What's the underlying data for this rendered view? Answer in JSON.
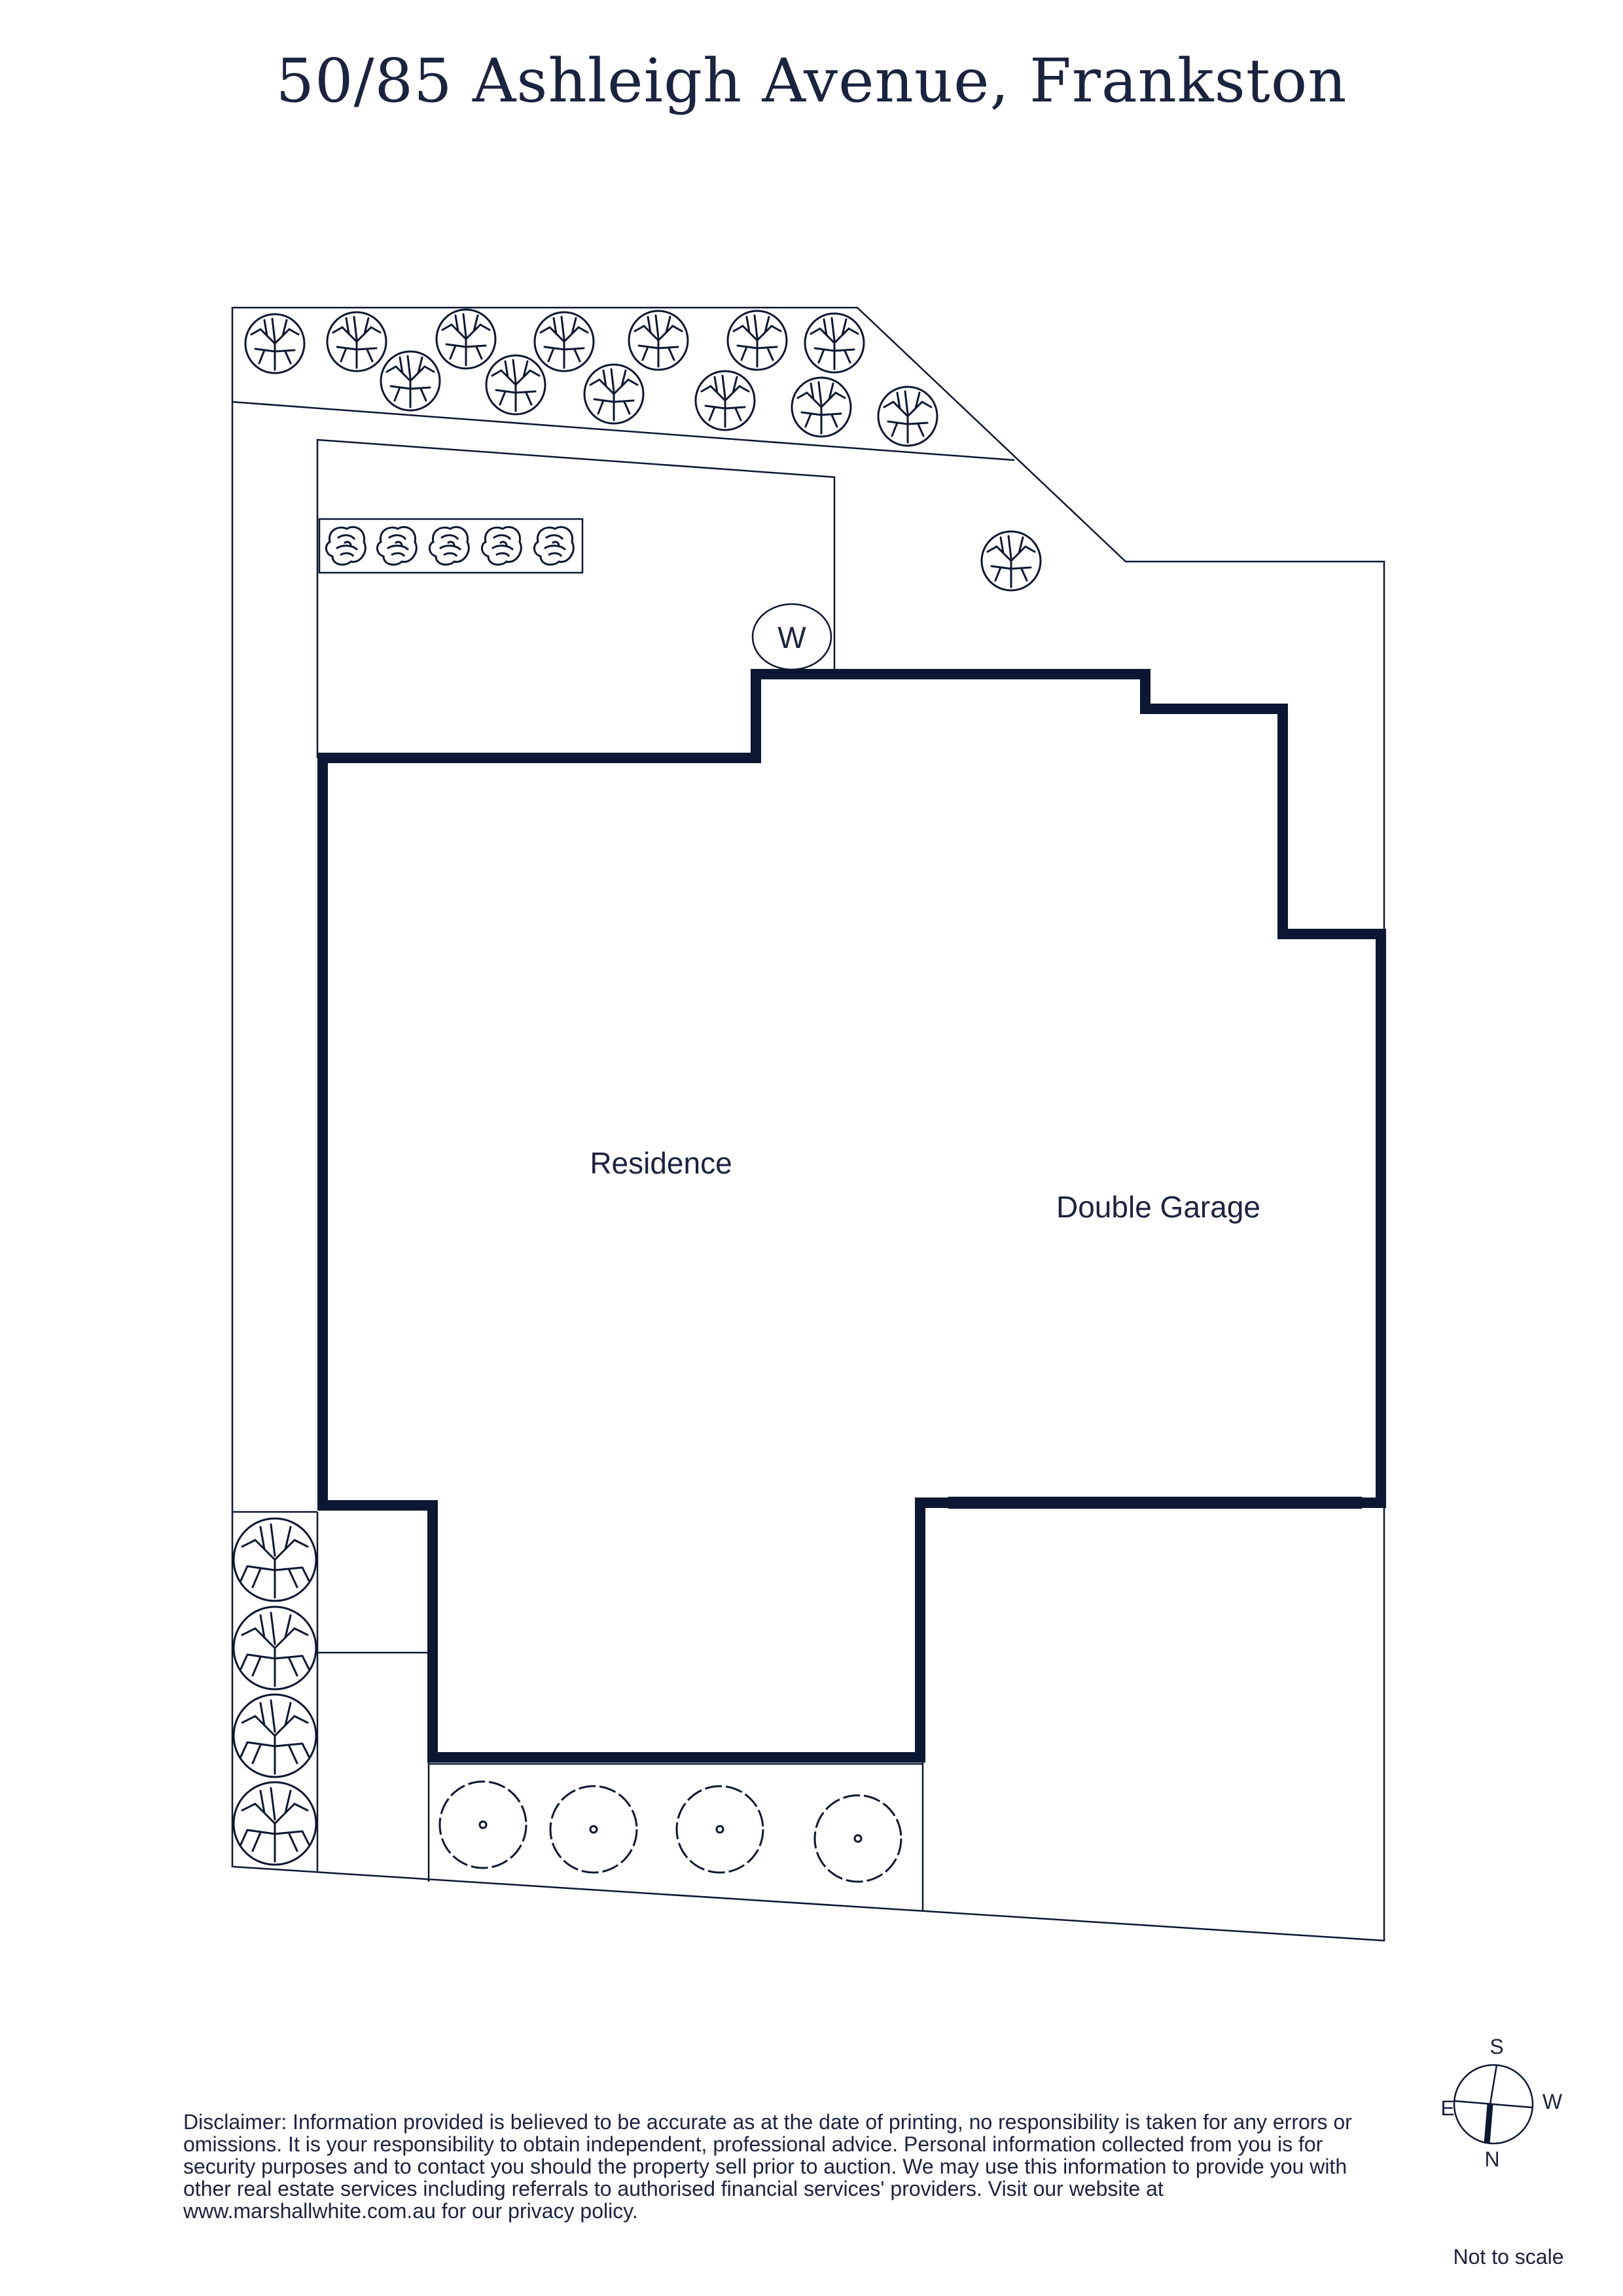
{
  "title": "50/85 Ashleigh Avenue, Frankston",
  "rooms": {
    "residence": "Residence",
    "garage": "Double Garage",
    "water_tank": "W"
  },
  "compass": {
    "north": "N",
    "south": "S",
    "east": "E",
    "west": "W"
  },
  "disclaimer": "Disclaimer: Information provided is believed to be accurate as at the date of printing, no responsibility is taken for any errors or omissions. It is your responsibility to obtain independent, professional advice. Personal information collected from you is for security purposes and to contact you should the property sell prior to auction. We may use this information to provide you with other real estate services including referrals to authorised financial services' providers. Visit our website at www.marshallwhite.com.au for our privacy policy.",
  "scale_note": "Not to scale",
  "colors": {
    "ink": "#0b1733",
    "text": "#1a2340"
  },
  "icons": [
    "tree-icon",
    "shrub-icon",
    "round-tree-icon",
    "compass-icon"
  ]
}
